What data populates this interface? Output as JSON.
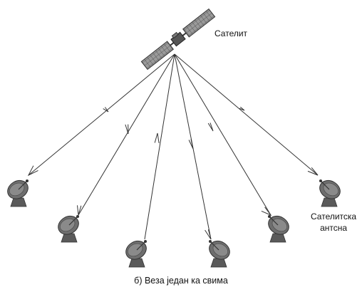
{
  "labels": {
    "satellite": "Сателит",
    "antenna_line1": "Сателитска",
    "antenna_line2": "антсна",
    "caption": "б) Веза један ка свима"
  },
  "links": [
    {
      "dish": "dish-1",
      "direction": "down"
    },
    {
      "dish": "dish-2",
      "direction": "down"
    },
    {
      "dish": "dish-3",
      "direction": "up"
    },
    {
      "dish": "dish-4",
      "direction": "down"
    },
    {
      "dish": "dish-5",
      "direction": "down"
    },
    {
      "dish": "dish-6",
      "direction": "down"
    }
  ],
  "colors": {
    "line": "#333333",
    "dish_fill": "#6e6e6e",
    "dish_dark": "#3a3a3a",
    "panel_fill": "#8a8a8a",
    "text": "#111111"
  }
}
